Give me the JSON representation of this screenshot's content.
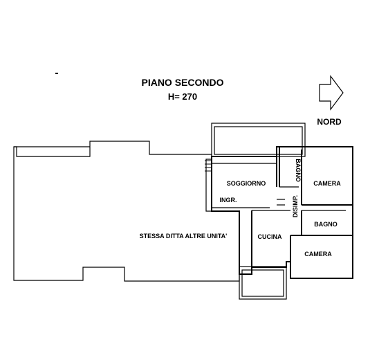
{
  "title": "PIANO SECONDO",
  "height_label": "H= 270",
  "north_label": "NORD",
  "rooms": {
    "soggiorno": "SOGGIORNO",
    "ingresso": "INGR.",
    "bagno_top": "BAGNO",
    "camera_top": "CAMERA",
    "disimpegno": "DISIMP.",
    "bagno_right": "BAGNO",
    "cucina": "CUCINA",
    "camera_bottom": "CAMERA",
    "altre_unita": "STESSA DITTA ALTRE UNITA'"
  }
}
